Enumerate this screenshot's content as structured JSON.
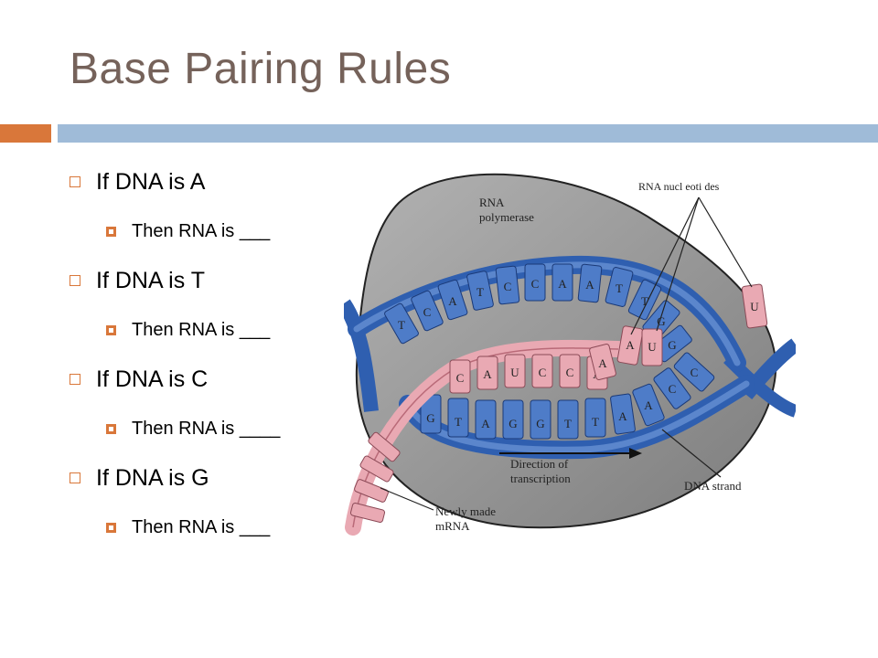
{
  "slide": {
    "title": "Base Pairing Rules",
    "bullets": [
      {
        "text": "If DNA is A",
        "sub": "Then RNA is ___"
      },
      {
        "text": "If DNA is T",
        "sub": "Then RNA is ___"
      },
      {
        "text": "If DNA is C",
        "sub": "Then RNA is ____"
      },
      {
        "text": "If DNA is G",
        "sub": "Then RNA is ___"
      }
    ]
  },
  "figure": {
    "labels": {
      "rna_polymerase_1": "RNA",
      "rna_polymerase_2": "polymerase",
      "rna_nucleotides": "RNA nucl eoti des",
      "direction_1": "Direction of",
      "direction_2": "transcription",
      "dna_strand": "DNA strand",
      "mrna_1": "Newly made",
      "mrna_2": "mRNA"
    },
    "top_strand_bases": [
      "T",
      "C",
      "A",
      "T",
      "C",
      "C",
      "A",
      "A",
      "T",
      "T",
      "G",
      "G"
    ],
    "mrna_bases": [
      "C",
      "A",
      "U",
      "C",
      "C",
      "A",
      "A"
    ],
    "bottom_strand_bases": [
      "G",
      "T",
      "A",
      "G",
      "G",
      "T",
      "T",
      "A",
      "A",
      "C",
      "C"
    ],
    "free_nucleotides": [
      "A",
      "U",
      "U"
    ],
    "colors": {
      "title": "#75625a",
      "accent_orange": "#d9773a",
      "accent_blue": "#9fbbd8",
      "polymerase": "#8c8c8c",
      "dna_blue": "#2f5fb0",
      "rna_pink": "#e9a9b3"
    }
  }
}
